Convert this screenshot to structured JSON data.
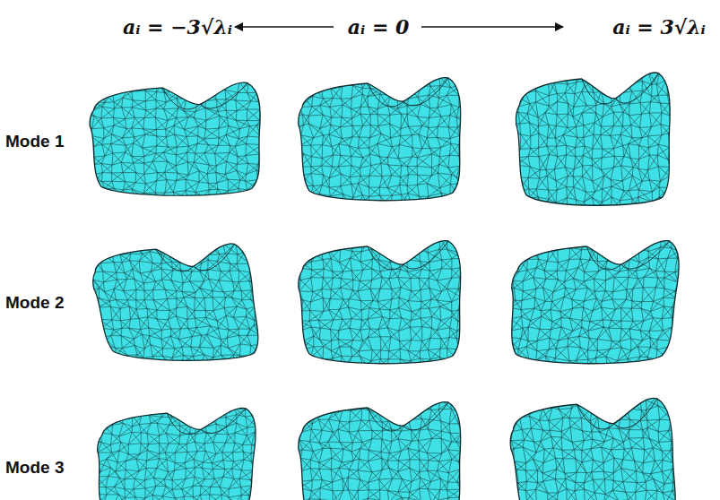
{
  "diagram": {
    "labels": [
      "aᵢ = −3√λᵢ",
      "aᵢ = 0",
      "aᵢ = 3√λᵢ",
      "Mode 1",
      "Mode 2",
      "Mode 3"
    ]
  }
}
